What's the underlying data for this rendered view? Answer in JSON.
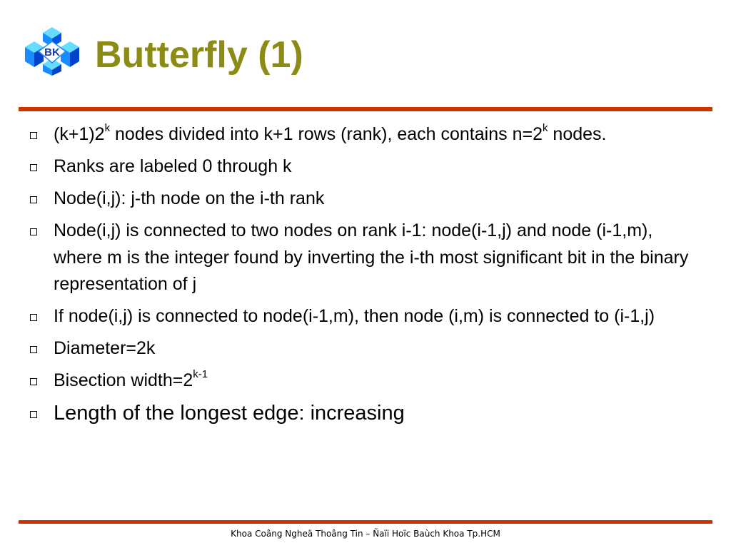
{
  "slide": {
    "title": "Butterfly (1)",
    "logo_text": "BK",
    "footer": "Khoa Coâng Ngheä Thoâng Tin – Ñaïi Hoïc Baùch Khoa Tp.HCM"
  },
  "bullets": [
    {
      "parts": [
        "(k+1)2",
        "k",
        " nodes divided into k+1 rows (rank), each contains n=2",
        "k",
        " nodes."
      ]
    },
    {
      "text": "Ranks are labeled 0 through k"
    },
    {
      "text": "Node(i,j): j-th node on the i-th rank"
    },
    {
      "text": "Node(i,j) is connected to two nodes on rank i-1: node(i-1,j) and node (i-1,m), where m is the integer found by inverting the i-th most significant bit in the binary representation of j"
    },
    {
      "text": "If node(i,j) is connected to node(i-1,m), then node (i,m) is connected to (i-1,j)"
    },
    {
      "text": "Diameter=2k"
    },
    {
      "parts": [
        "Bisection width=2",
        "k-1"
      ]
    },
    {
      "text": "Length of the longest edge: increasing"
    }
  ],
  "colors": {
    "title": "#8c8c14",
    "rule": "#cc3300",
    "logo_blue": "#1a8cff",
    "logo_dark": "#0044cc",
    "logo_cyan": "#33ccff",
    "logo_text": "#1a3a9c"
  },
  "icons": {
    "bullet_marker": "hollow-square-icon",
    "logo": "bk-cube-logo"
  }
}
